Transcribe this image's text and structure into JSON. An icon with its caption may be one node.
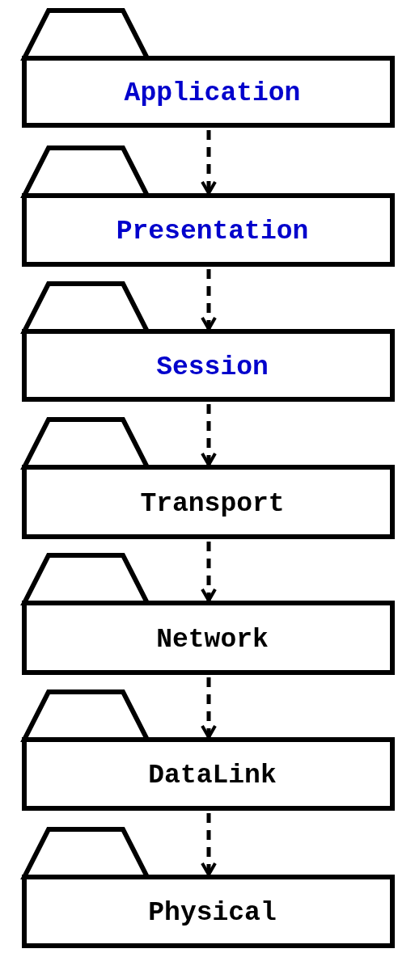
{
  "diagram": {
    "nodes": [
      {
        "text": [
          "Application"
        ]
      },
      {
        "text": [
          "Presentation"
        ]
      },
      {
        "text": [
          "Session"
        ]
      },
      {
        "text": [
          "Transport"
        ]
      },
      {
        "text": [
          "Network"
        ]
      },
      {
        "text": [
          "DataLink"
        ]
      },
      {
        "text": [
          "Physical"
        ]
      }
    ],
    "edges": [
      {
        "from": 0,
        "to": 1,
        "arrow": "to",
        "style": "dashed"
      },
      {
        "from": 1,
        "to": 2,
        "arrow": "to",
        "style": "dashed"
      },
      {
        "from": 2,
        "to": 3,
        "arrow": "to",
        "style": "dashed"
      },
      {
        "from": 3,
        "to": 4,
        "arrow": "to",
        "style": "dashed"
      },
      {
        "from": 4,
        "to": 5,
        "arrow": "to",
        "style": "dashed"
      },
      {
        "from": 5,
        "to": 6,
        "arrow": "to",
        "style": "dashed"
      }
    ]
  }
}
